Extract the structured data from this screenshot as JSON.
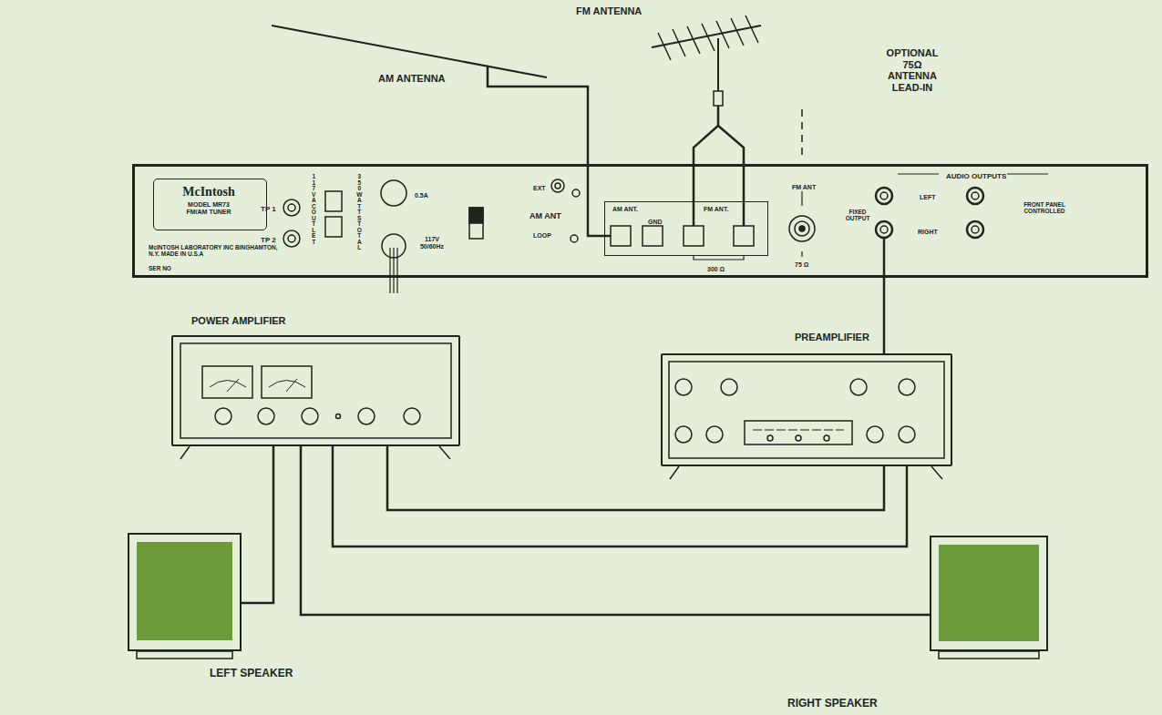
{
  "diagram": {
    "nodes": [
      {
        "text": [
          "TP 1",
          "TP 2",
          "117 V AC OUTLET",
          "350 WATTS TOTAL",
          "0.5A",
          "117V 50/60Hz",
          "EXT",
          "AM ANT",
          "LOOP",
          "SER NO",
          "McINTOSH LABORATORY INC BINGHAMTON, N.Y. MADE IN U.S.A",
          "FM ANT",
          "75 Ω",
          "AUDIO OUTPUTS",
          "FIXED OUTPUT",
          "LEFT",
          "RIGHT",
          "FRONT PANEL CONTROLLED"
        ]
      },
      {
        "text": [
          "McIntosh",
          "MODEL MR73 FM/AM TUNER"
        ],
        "in": 0
      },
      {
        "text": [
          "AM ANT.",
          "GND",
          "FM ANT.",
          "300 Ω"
        ],
        "in": 0
      },
      {
        "text": [
          "POWER AMPLIFIER"
        ]
      },
      {
        "text": [
          "PREAMPLIFIER"
        ]
      },
      {
        "text": [
          "LEFT SPEAKER"
        ]
      },
      {
        "text": [
          "RIGHT SPEAKER"
        ]
      }
    ],
    "edges": [
      {
        "from": 0,
        "to": 4,
        "arrow": "none"
      },
      {
        "from": 4,
        "to": 3,
        "arrow": "none"
      },
      {
        "from": 4,
        "to": 3,
        "arrow": "none"
      },
      {
        "from": 3,
        "to": 5,
        "arrow": "none"
      },
      {
        "from": 3,
        "to": 6,
        "arrow": "none"
      }
    ],
    "labels": [
      "AM ANTENNA",
      "FM ANTENNA",
      "OPTIONAL 75Ω ANTENNA LEAD-IN"
    ]
  }
}
